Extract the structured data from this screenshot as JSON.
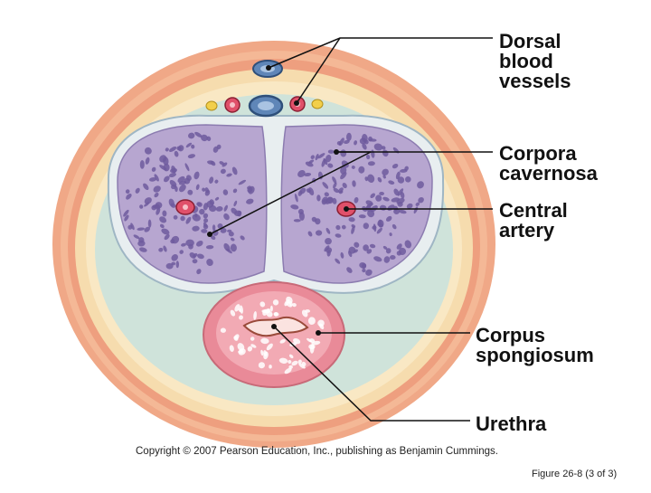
{
  "labels": {
    "dorsal_blood_vessels": "Dorsal\nblood\nvessels",
    "corpora_cavernosa": "Corpora\ncavernosa",
    "central_artery": "Central\nartery",
    "corpus_spongiosum": "Corpus\nspongiosum",
    "urethra": "Urethra"
  },
  "copyright": "Copyright © 2007 Pearson Education, Inc., publishing as Benjamin Cummings.",
  "figure_id": "Figure 26-8 (3 of 3)",
  "colors": {
    "skin": "#f0a887",
    "fascia_outer": "#f6dcae",
    "fascia_inner": "#cfe3da",
    "tunica": "#e8eef0",
    "cavernosa": "#b7a6d0",
    "cavernosa_spaces": "#6e5a9e",
    "spongiosum": "#e98a98",
    "artery": "#e0506a",
    "vein": "#6f8fc0",
    "leader_line": "#111111"
  }
}
